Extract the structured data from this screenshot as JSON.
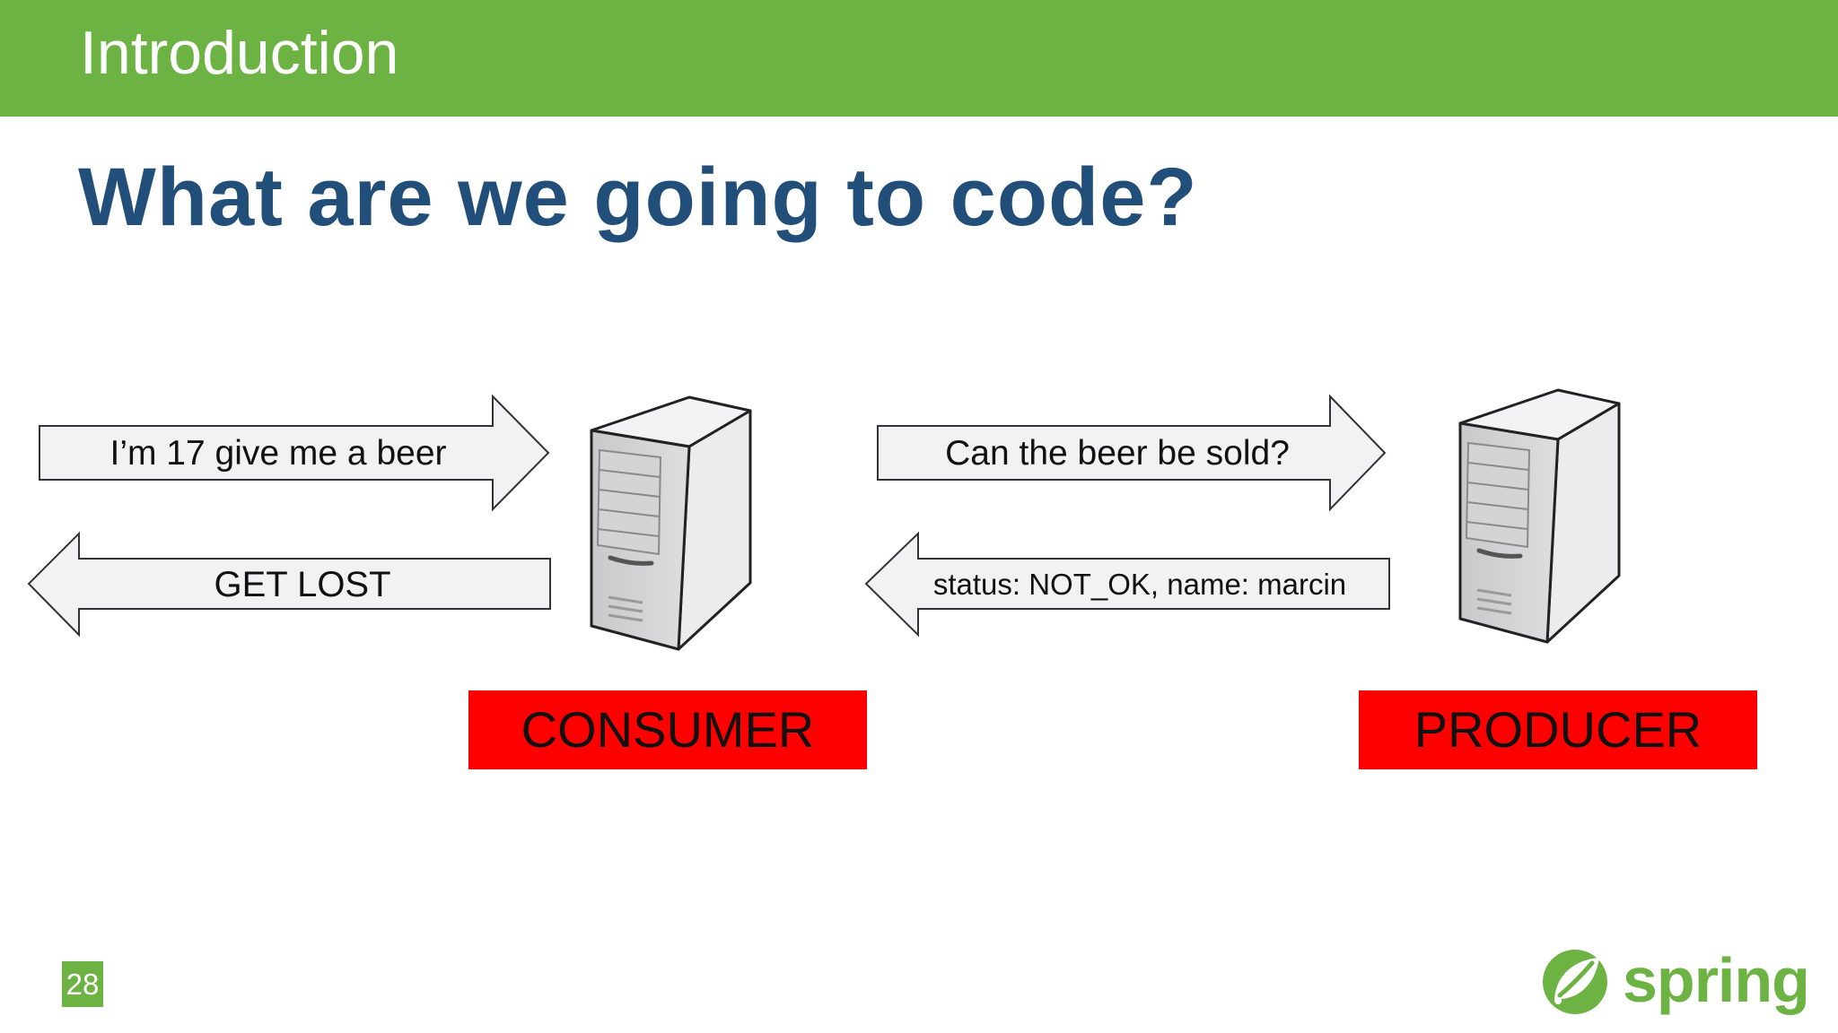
{
  "header": {
    "section_title": "Introduction"
  },
  "slide": {
    "title": "What are we going to code?"
  },
  "diagram": {
    "consumer_request": "I’m 17 give me a beer",
    "consumer_response": "GET LOST",
    "producer_request": "Can the beer be sold?",
    "producer_response": "status: NOT_OK, name: marcin",
    "consumer_label": "CONSUMER",
    "producer_label": "PRODUCER"
  },
  "footer": {
    "page_number": "28",
    "logo_text": "spring"
  },
  "colors": {
    "brand_green": "#6db343",
    "title_blue": "#224e7a",
    "role_red": "#ff0000"
  },
  "icons": [
    "server-icon",
    "spring-leaf-icon"
  ]
}
